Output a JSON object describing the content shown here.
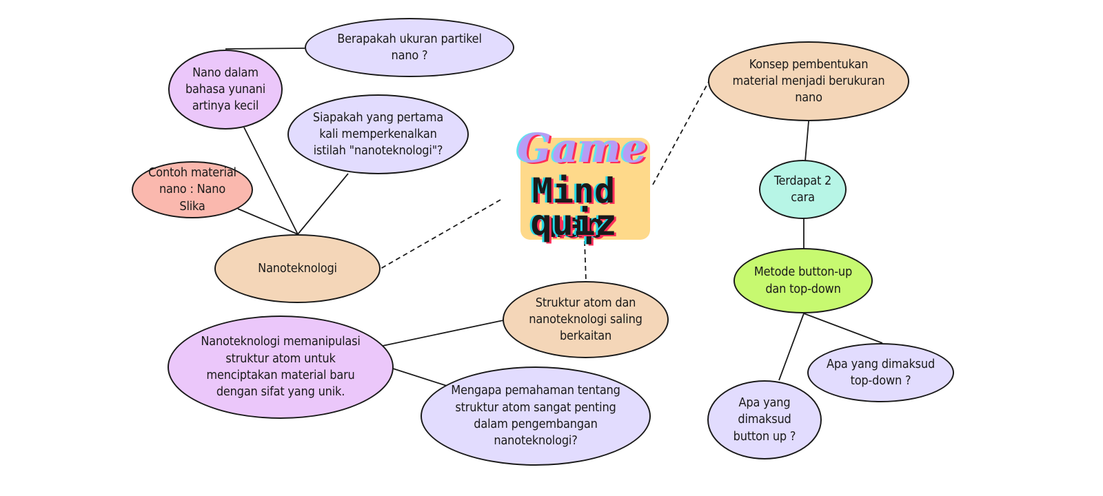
{
  "title": {
    "line1": "Game",
    "line2": "Mind map",
    "line3": "quiz"
  },
  "nodes": {
    "q_particle_size": [
      "Berapakah ukuran partikel",
      "nano ?"
    ],
    "nano_greek": [
      "Nano dalam",
      "bahasa yunani",
      "artinya kecil"
    ],
    "q_first_introduced": [
      "Siapakah yang pertama",
      "kali memperkenalkan",
      "istilah \"nanoteknologi\"?"
    ],
    "example_material": [
      "Contoh material",
      "nano : Nano Slika"
    ],
    "nanotechnology": [
      "Nanoteknologi"
    ],
    "atom_structure_relation": [
      "Struktur atom dan",
      "nanoteknologi saling",
      "berkaitan"
    ],
    "manipulation": [
      "Nanoteknologi memanipulasi",
      "struktur atom untuk",
      "menciptakan material baru",
      "dengan sifat yang unik."
    ],
    "q_why_important": [
      "Mengapa pemahaman tentang",
      "struktur atom sangat penting",
      "dalam pengembangan",
      "nanoteknologi?"
    ],
    "formation_concept": [
      "Konsep pembentukan",
      "material menjadi berukuran",
      "nano"
    ],
    "two_ways": [
      "Terdapat 2",
      "cara"
    ],
    "methods": [
      "Metode button-up",
      "dan top-down"
    ],
    "q_top_down": [
      "Apa yang dimaksud",
      "top-down ?"
    ],
    "q_button_up": [
      "Apa yang",
      "dimaksud",
      "button up ?"
    ]
  },
  "colors": {
    "lavender": "#e2dcfe",
    "pink": "#ebc7fa",
    "peach": "#f4d6b8",
    "salmon": "#fab8ae",
    "mint": "#b7f5e6",
    "lime": "#c7f970",
    "title_card": "#fed98a"
  }
}
